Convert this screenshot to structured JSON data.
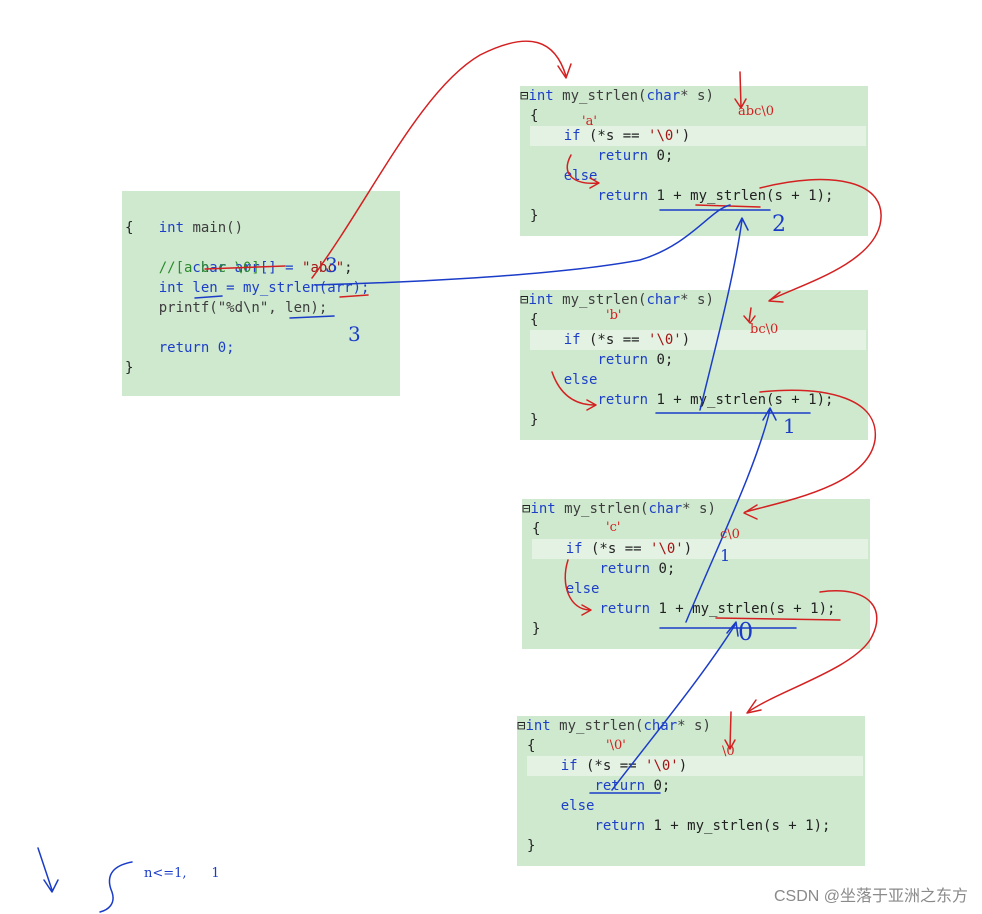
{
  "main_block": {
    "lines": [
      [
        "int ",
        "main()"
      ],
      [
        "{"
      ],
      [
        "    char arr[] = ",
        "\"abc\"",
        ";"
      ],
      [
        "    //[a b c \\0]"
      ],
      [
        "    int len = my_strlen(arr);"
      ],
      [
        "    printf(\"%d\\n\", len);"
      ],
      [
        ""
      ],
      [
        "    return 0;"
      ],
      [
        "}"
      ]
    ]
  },
  "func_code": {
    "sig_kw": "int",
    "sig_rest": " my_strlen(",
    "sig_char": "char",
    "sig_end": "* s)",
    "brace_open": "{",
    "if_kw": "if",
    "if_rest": " (*s == ",
    "if_lit": "'\\0'",
    "if_close": ")",
    "ret_kw": "return",
    "ret_zero": " 0;",
    "else_kw": "else",
    "ret_rec": " 1 + my_strlen(s + 1);",
    "brace_close": "}"
  },
  "annotations": {
    "frame1_str": "abc\\0",
    "frame2_str": "bc\\0",
    "frame3_str": "c\\0",
    "frame4_str": "\\0",
    "frame1_char": "'a'",
    "frame2_char": "'b'",
    "frame3_char": "'c'",
    "frame4_char": "'\\0'",
    "main_ret": "3",
    "main_len": "3",
    "frame1_ret": "2",
    "frame2_ret": "1",
    "frame3_ret": "0",
    "frame3_side": "1"
  },
  "bottom_note": "n<=1,      1",
  "watermark": "CSDN @坐落于亚洲之东方",
  "colors": {
    "code_bg": "#cfe9cf",
    "keyword": "#1d3fc8",
    "string": "#a31515",
    "comment": "#2c8a2c",
    "annotation_red": "#d42020",
    "annotation_blue": "#1a3cc8"
  }
}
